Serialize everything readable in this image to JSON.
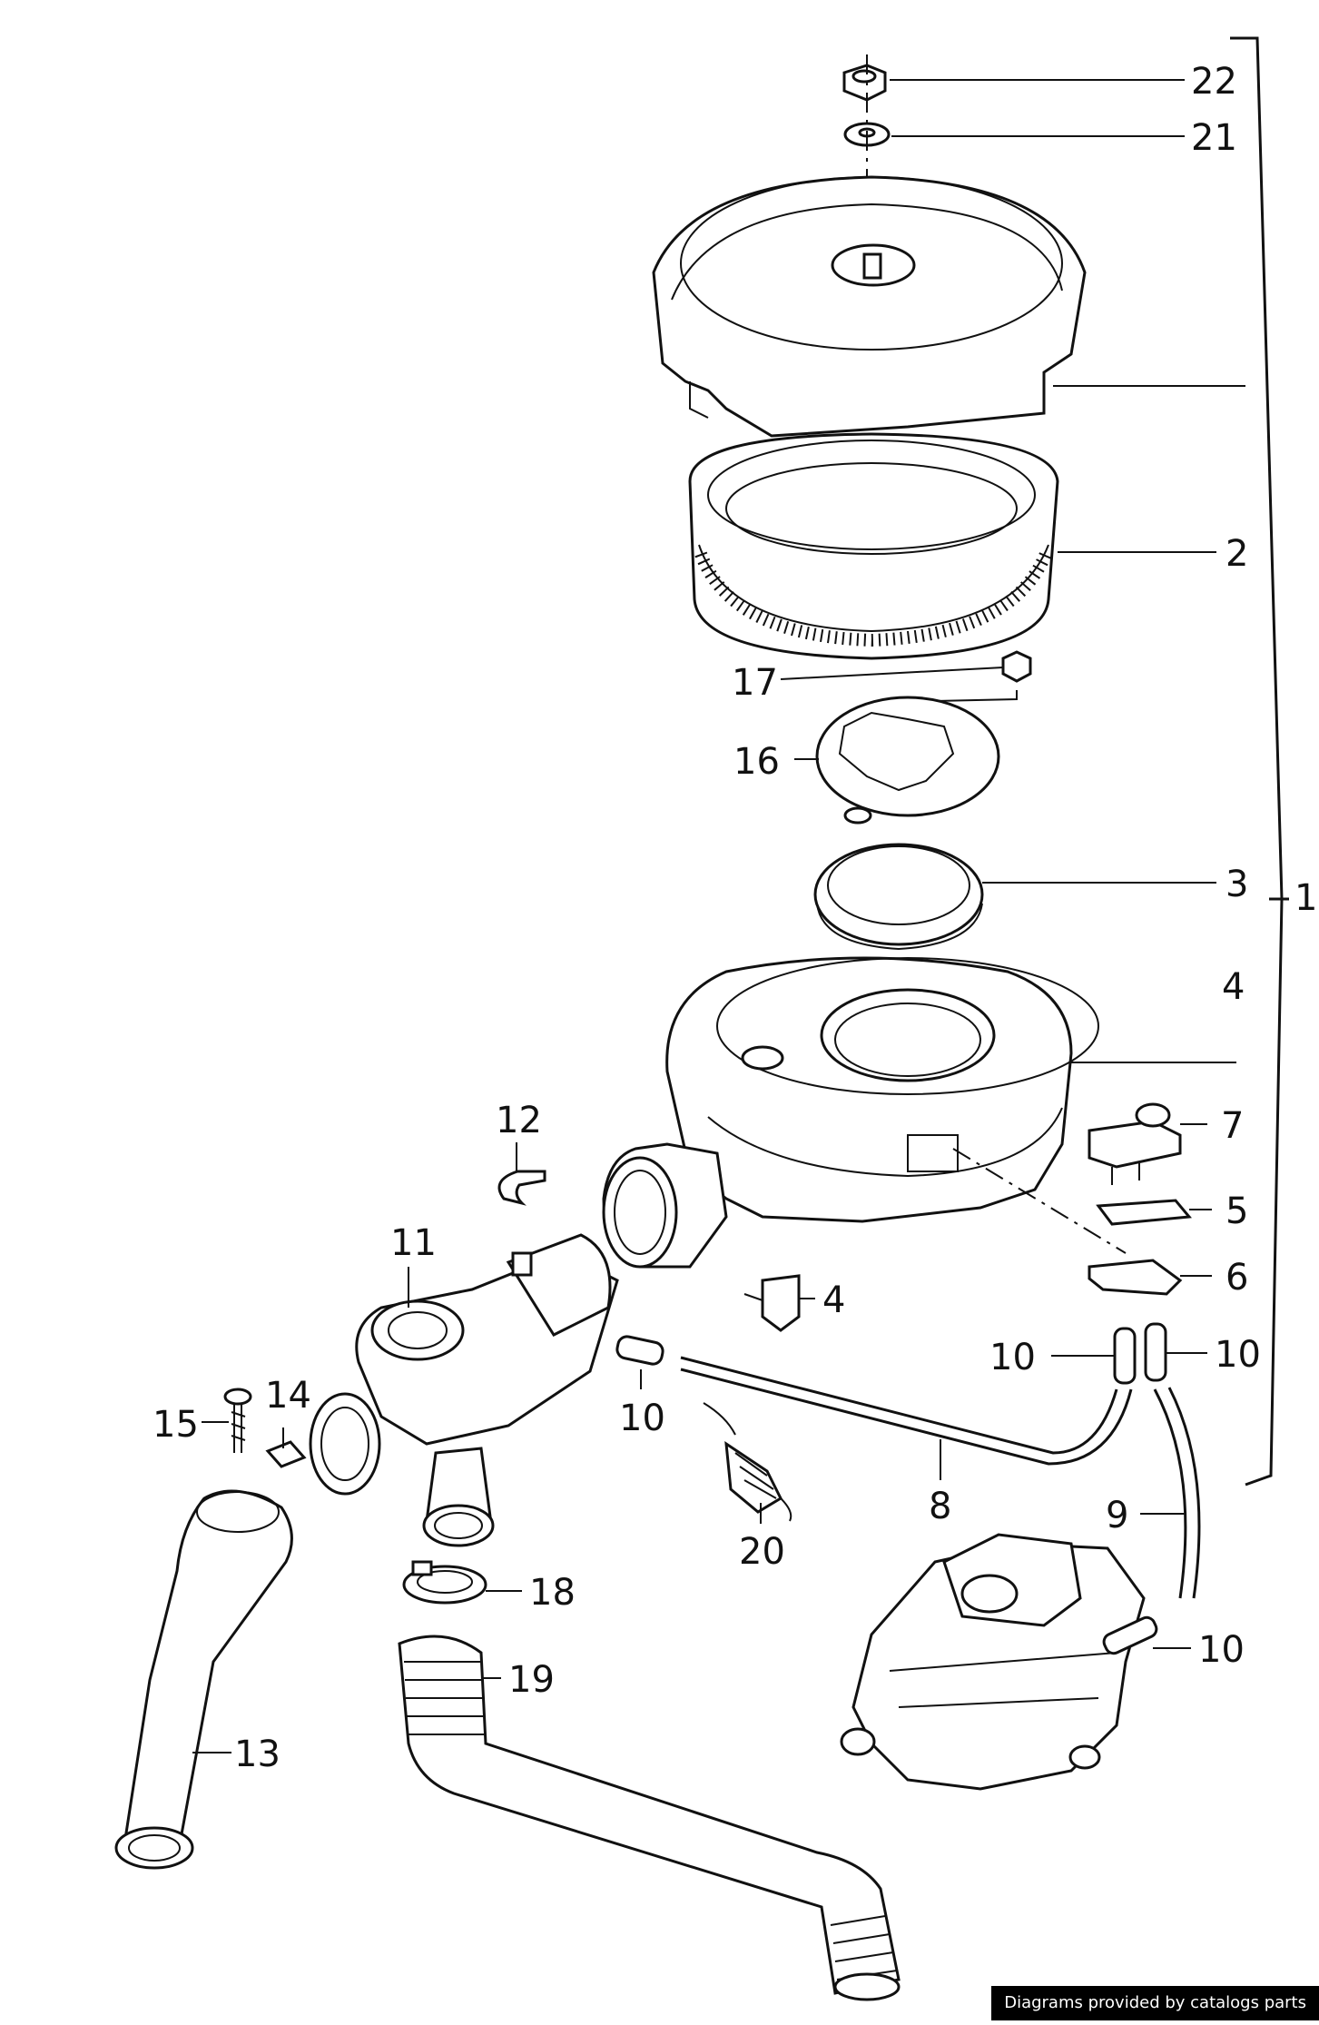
{
  "diagram": {
    "callouts": [
      {
        "id": "c22",
        "text": "22"
      },
      {
        "id": "c21",
        "text": "21"
      },
      {
        "id": "c2",
        "text": "2"
      },
      {
        "id": "c17",
        "text": "17"
      },
      {
        "id": "c16",
        "text": "16"
      },
      {
        "id": "c3",
        "text": "3"
      },
      {
        "id": "c1",
        "text": "1"
      },
      {
        "id": "c4a",
        "text": "4"
      },
      {
        "id": "c7",
        "text": "7"
      },
      {
        "id": "c12",
        "text": "12"
      },
      {
        "id": "c5",
        "text": "5"
      },
      {
        "id": "c11",
        "text": "11"
      },
      {
        "id": "c6",
        "text": "6"
      },
      {
        "id": "c4b",
        "text": "4"
      },
      {
        "id": "c10a",
        "text": "10"
      },
      {
        "id": "c10b",
        "text": "10"
      },
      {
        "id": "c14",
        "text": "14"
      },
      {
        "id": "c15",
        "text": "15"
      },
      {
        "id": "c10c",
        "text": "10"
      },
      {
        "id": "c8",
        "text": "8"
      },
      {
        "id": "c9",
        "text": "9"
      },
      {
        "id": "c20",
        "text": "20"
      },
      {
        "id": "c18",
        "text": "18"
      },
      {
        "id": "c10d",
        "text": "10"
      },
      {
        "id": "c19",
        "text": "19"
      },
      {
        "id": "c13",
        "text": "13"
      }
    ]
  },
  "credit": "Diagrams provided by catalogs parts"
}
